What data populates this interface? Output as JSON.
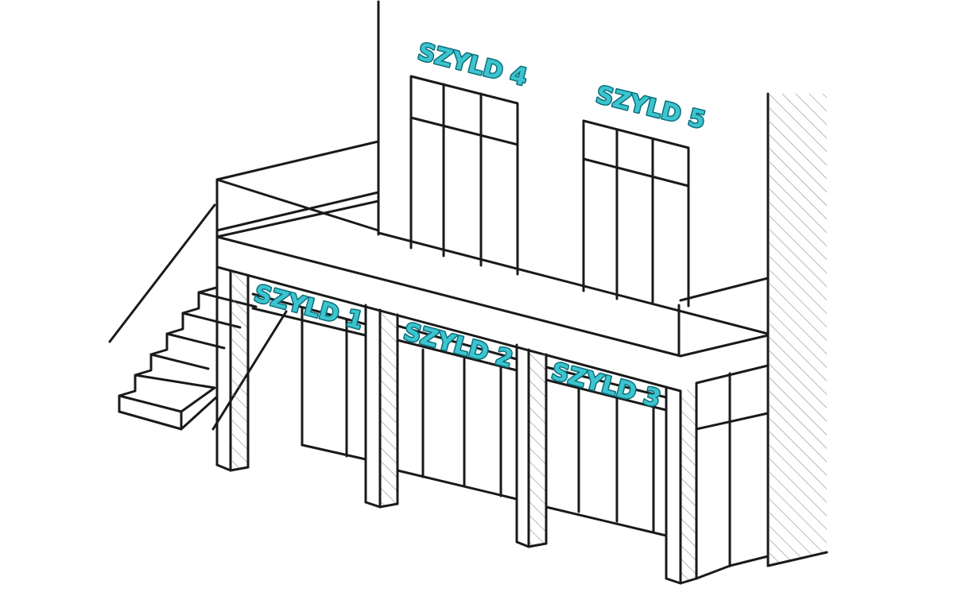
{
  "labels": {
    "sign_1": "SZYLD 1",
    "sign_2": "SZYLD 2",
    "sign_3": "SZYLD 3",
    "sign_4": "SZYLD 4",
    "sign_5": "SZYLD 5"
  },
  "colors": {
    "line": "#1a1a1a",
    "sign_text": "#3cc4cf",
    "hatch": "#8a8a8a",
    "background": "#ffffff"
  }
}
